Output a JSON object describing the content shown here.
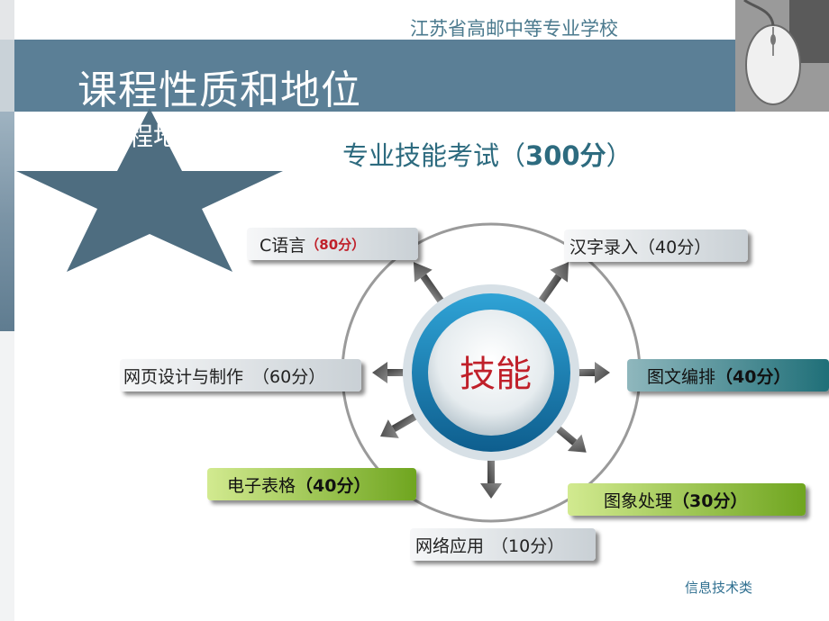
{
  "header": {
    "school": "江苏省高邮中等专业学校",
    "title": "课程性质和地位",
    "hidden_fragment": "程地"
  },
  "subtitle": {
    "prefix": "专业技能考试（",
    "score": "300分",
    "suffix": "）"
  },
  "hub": {
    "label": "技能"
  },
  "skills": [
    {
      "name": "C语言",
      "points": "（80分）",
      "points_color": "#c0202a",
      "style": "grey"
    },
    {
      "name": "汉字录入",
      "points": "（40分）",
      "style": "grey"
    },
    {
      "name": "网页设计与制作",
      "points": "（60分）",
      "style": "grey"
    },
    {
      "name": "图文编排",
      "points": "（40分）",
      "style": "teal"
    },
    {
      "name": "电子表格",
      "points": "（40分）",
      "style": "green"
    },
    {
      "name": "图象处理",
      "points": "（30分）",
      "style": "green"
    },
    {
      "name": "网络应用",
      "points": "（10分）",
      "style": "grey"
    }
  ],
  "footer": {
    "label": "信息技术类"
  },
  "colors": {
    "title_band": "#5b7f96",
    "star": "#4e6d80",
    "hub_ring": "#1b7ab0",
    "text_accent": "#c0202a"
  }
}
